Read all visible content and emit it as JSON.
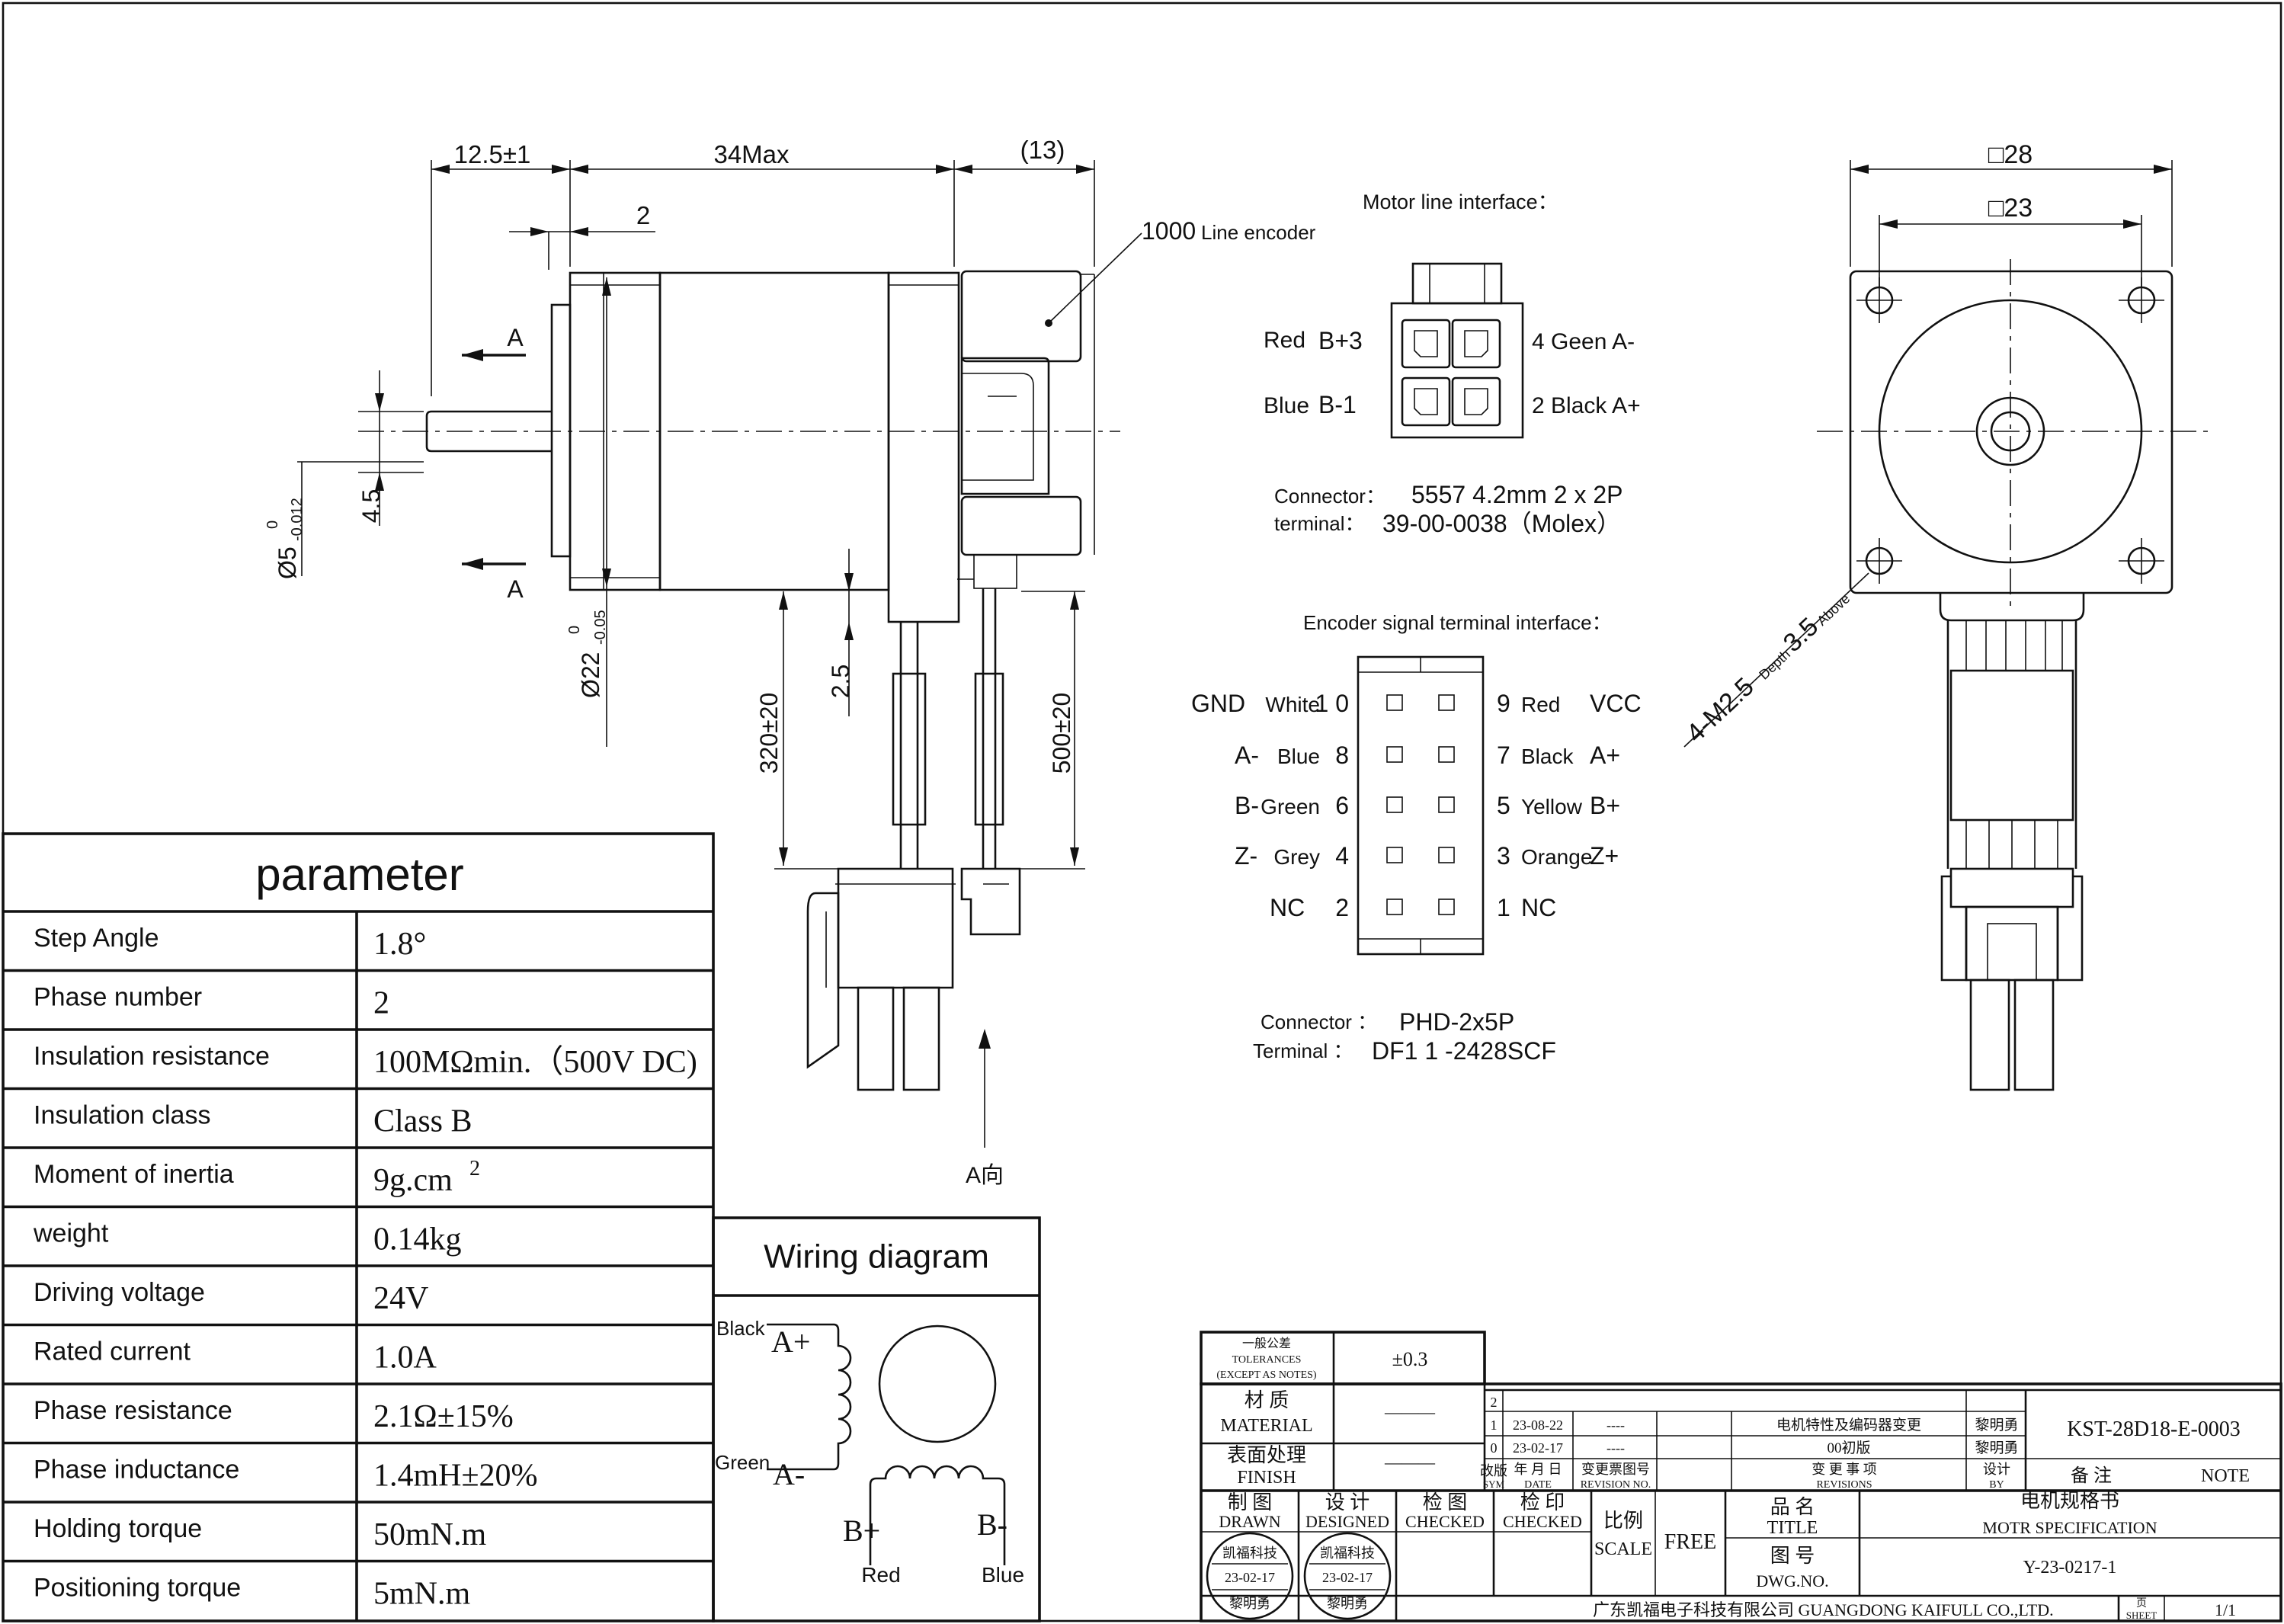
{
  "drawing": {
    "dims_side": {
      "shaft_length": "12.5±1",
      "body_length": "34Max",
      "encoder_length": "(13)",
      "flange_thickness": "2",
      "section_letter": "A",
      "flat_depth": "4.5",
      "shaft_dia": "Ø5",
      "shaft_tol_upper": "0",
      "shaft_tol_lower": "-0.012",
      "boss_dia": "Ø22",
      "boss_tol_upper": "0",
      "boss_tol_lower": "-0.05",
      "cable_offset": "2.5",
      "motor_cable_length": "320±20",
      "encoder_cable_length": "500±20",
      "encoder_value": "1000",
      "encoder_label": "Line encoder",
      "view_arrow": "A向"
    },
    "dims_front": {
      "outer_square": "□28",
      "hole_pitch": "□23",
      "mounting_holes": "4-M2.5",
      "hole_depth_small": "Depth",
      "hole_depth_value": "3.5",
      "hole_depth_suffix": "Above"
    }
  },
  "motor_interface": {
    "title": "Motor line interface：",
    "pins": [
      {
        "color": "Red",
        "signal": "B+3"
      },
      {
        "color": "Blue",
        "signal": "B-1"
      },
      {
        "signal": "4 Geen A-"
      },
      {
        "signal": "2 Black A+"
      }
    ],
    "connector_label": "Connector：",
    "connector_value": "5557  4.2mm  2  x  2P",
    "terminal_label": "terminal：",
    "terminal_value": "39-00-0038（Molex）"
  },
  "encoder_interface": {
    "title": "Encoder signal terminal interface：",
    "left": [
      {
        "signal": "GND",
        "color": "White",
        "pin": "1 0"
      },
      {
        "signal": "A-",
        "color": "Blue",
        "pin": "8"
      },
      {
        "signal": "B-",
        "color": "Green",
        "pin": "6"
      },
      {
        "signal": "Z-",
        "color": "Grey",
        "pin": "4"
      },
      {
        "signal": "NC",
        "color": "",
        "pin": "2"
      }
    ],
    "right": [
      {
        "pin": "9",
        "color": "Red",
        "signal": "VCC"
      },
      {
        "pin": "7",
        "color": "Black",
        "signal": "A+"
      },
      {
        "pin": "5",
        "color": "Yellow",
        "signal": "B+"
      },
      {
        "pin": "3",
        "color": "Orange",
        "signal": "Z+"
      },
      {
        "pin": "1",
        "color": "",
        "signal": "NC"
      }
    ],
    "connector_label": "Connector ：",
    "connector_value": "PHD-2x5P",
    "terminal_label": "Terminal ：",
    "terminal_value": "DF1 1 -2428SCF"
  },
  "parameters": {
    "title": "parameter",
    "rows": [
      {
        "name": "Step Angle",
        "value": "1.8°"
      },
      {
        "name": "Phase number",
        "value": "2"
      },
      {
        "name": "Insulation resistance",
        "value": "100MΩmin.（500V DC)"
      },
      {
        "name": "Insulation class",
        "value": "Class B"
      },
      {
        "name": "Moment of inertia",
        "value": "9g.cm",
        "sup": "2"
      },
      {
        "name": "weight",
        "value": "0.14kg"
      },
      {
        "name": "Driving voltage",
        "value": "24V"
      },
      {
        "name": "Rated current",
        "value": "1.0A"
      },
      {
        "name": "Phase resistance",
        "value": "2.1Ω±15%"
      },
      {
        "name": "Phase inductance",
        "value": "1.4mH±20%"
      },
      {
        "name": "Holding torque",
        "value": "50mN.m"
      },
      {
        "name": "Positioning torque",
        "value": "5mN.m"
      }
    ]
  },
  "wiring": {
    "title": "Wiring diagram",
    "black": "Black",
    "a_plus": "A+",
    "green": "Green",
    "a_minus": "A-",
    "b_plus": "B+",
    "b_minus": "B-",
    "red": "Red",
    "blue": "Blue"
  },
  "title_block": {
    "tolerances_cn": "一般公差",
    "tolerances_en": "TOLERANCES",
    "tolerances_note": "(EXCEPT AS NOTES)",
    "tolerance_value": "±0.3",
    "material_cn": "材  质",
    "material_en": "MATERIAL",
    "material_value": "———",
    "finish_cn": "表面处理",
    "finish_en": "FINISH",
    "finish_value": "———",
    "revisions": [
      {
        "sym": "2",
        "date": "",
        "revno": "",
        "desc": "",
        "by": ""
      },
      {
        "sym": "1",
        "date": "23-08-22",
        "revno": "----",
        "desc": "电机特性及编码器变更",
        "by": "黎明勇"
      },
      {
        "sym": "0",
        "date": "23-02-17",
        "revno": "----",
        "desc": "00初版",
        "by": "黎明勇"
      }
    ],
    "hdr_sym_cn": "改版",
    "hdr_sym_en": "SYM",
    "hdr_date_cn": "年 月 日",
    "hdr_date_en": "DATE",
    "hdr_revno_cn": "变更票图号",
    "hdr_revno_en": "REVISION NO.",
    "hdr_desc_cn": "变  更  事  项",
    "hdr_desc_en": "REVISIONS",
    "hdr_by_cn": "设计",
    "hdr_by_en": "BY",
    "part_number": "KST-28D18-E-0003",
    "note_cn": "备    注",
    "note_en": "NOTE",
    "drawn_cn": "制  图",
    "drawn_en": "DRAWN",
    "designed_cn": "设  计",
    "designed_en": "DESIGNED",
    "checked_cn": "检  图",
    "checked_en": "CHECKED",
    "checked2_cn": "检  印",
    "checked2_en": "CHECKED",
    "stamp_company": "凯福科技",
    "stamp_date": "23-02-17",
    "stamp_name": "黎明勇",
    "scale_cn": "比例",
    "scale_en": "SCALE",
    "scale_value": "FREE",
    "title_cn": "品  名",
    "title_en": "TITLE",
    "title_value_cn": "电机规格书",
    "title_value_en": "MOTR SPECIFICATION",
    "dwg_cn": "图  号",
    "dwg_en": "DWG.NO.",
    "dwg_value": "Y-23-0217-1",
    "company": "广东凯福电子科技有限公司 GUANGDONG KAIFULL CO.,LTD.",
    "sheet_cn": "页",
    "sheet_en": "SHEET",
    "sheet_value": "1/1"
  }
}
